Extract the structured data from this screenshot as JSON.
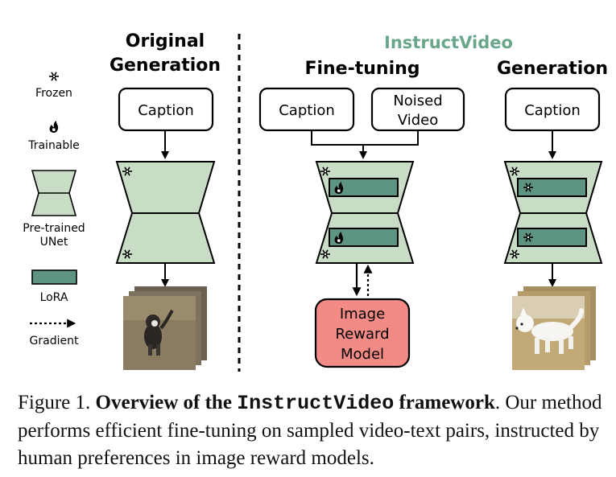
{
  "legend": {
    "frozen": "Frozen",
    "trainable": "Trainable",
    "unet_line1": "Pre-trained",
    "unet_line2": "UNet",
    "lora": "LoRA",
    "gradient": "Gradient"
  },
  "original": {
    "title_line1": "Original",
    "title_line2": "Generation",
    "caption_box": "Caption"
  },
  "instructvideo": {
    "title": "InstructVideo",
    "title_color": "#6aa68a",
    "finetune": {
      "title": "Fine-tuning",
      "caption_box": "Caption",
      "noised_line1": "Noised",
      "noised_line2": "Video",
      "reward_line1": "Image",
      "reward_line2": "Reward",
      "reward_line3": "Model"
    },
    "generation": {
      "title": "Generation",
      "caption_box": "Caption"
    }
  },
  "colors": {
    "unet_fill": "#c9dcc6",
    "lora_fill": "#5e9582",
    "reward_fill": "#f28b86"
  },
  "caption": {
    "fig": "Figure 1.",
    "bold_a": "Overview of the",
    "mono": "InstructVideo",
    "bold_b": "framework",
    "rest_a": ". Our method performs efficient fine-tuning on sampled video-text pairs, instructed by human preferences in image reward models."
  }
}
